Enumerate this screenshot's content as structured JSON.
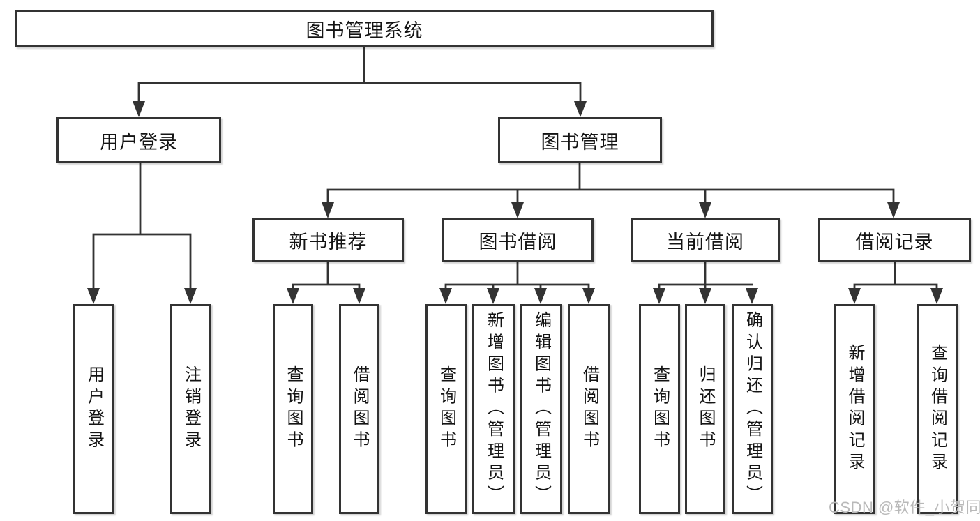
{
  "tree": {
    "label": "图书管理系统",
    "children": [
      {
        "label": "用户登录",
        "children": [
          {
            "label": "用户登录"
          },
          {
            "label": "注销登录"
          }
        ]
      },
      {
        "label": "图书管理",
        "children": [
          {
            "label": "新书推荐",
            "children": [
              {
                "label": "查询图书"
              },
              {
                "label": "借阅图书"
              }
            ]
          },
          {
            "label": "图书借阅",
            "children": [
              {
                "label": "查询图书"
              },
              {
                "label": "新增图书（管理员）"
              },
              {
                "label": "编辑图书（管理员）"
              },
              {
                "label": "借阅图书"
              }
            ]
          },
          {
            "label": "当前借阅",
            "children": [
              {
                "label": "查询图书"
              },
              {
                "label": "归还图书"
              },
              {
                "label": "确认归还（管理员）"
              }
            ]
          },
          {
            "label": "借阅记录",
            "children": [
              {
                "label": "新增借阅记录"
              },
              {
                "label": "查询借阅记录"
              }
            ]
          }
        ]
      }
    ]
  },
  "watermark": {
    "text": "CSDN @软件_小贺同学"
  },
  "style": {
    "line_color": "#333333",
    "box_border_color": "#333333",
    "text_color": "#141414",
    "watermark_color": "#b9b9b9",
    "background_color": "#ffffff"
  }
}
